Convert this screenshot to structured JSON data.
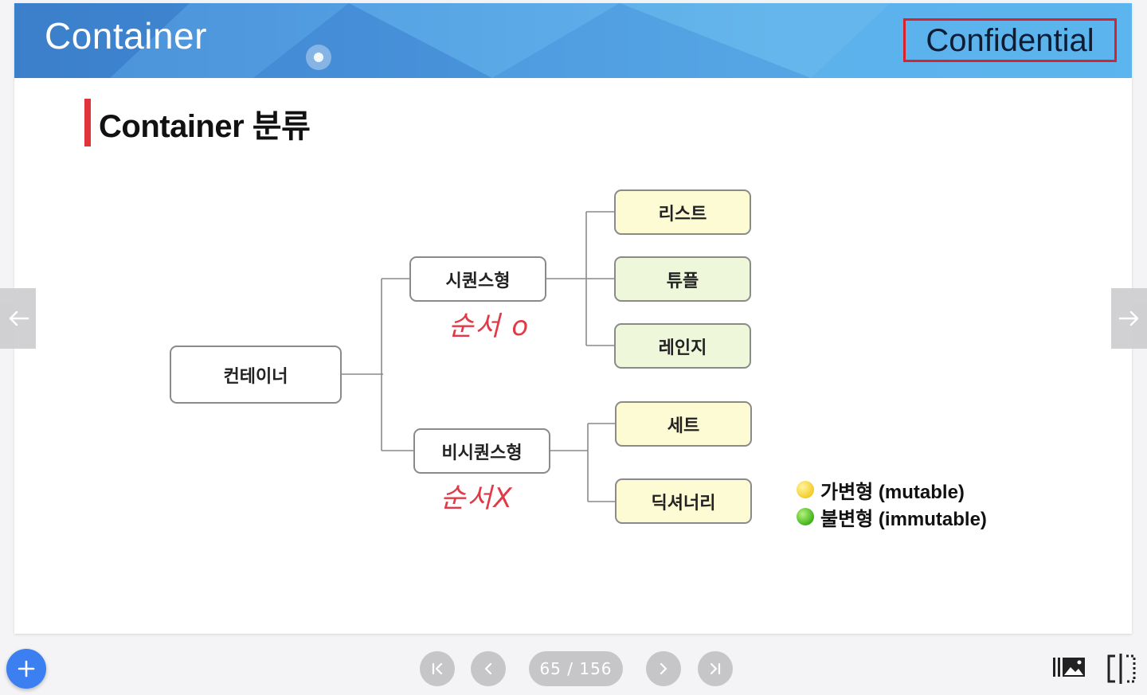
{
  "slide": {
    "banner_title": "Container",
    "confidential_label": "Confidential",
    "section_title": "Container 분류"
  },
  "diagram": {
    "root": "컨테이너",
    "sequence": "시퀀스형",
    "non_sequence": "비시퀀스형",
    "list": "리스트",
    "tuple": "튜플",
    "range": "레인지",
    "set": "세트",
    "dictionary": "딕셔너리",
    "note_ordered": "순서 o",
    "note_unordered": "순서X"
  },
  "legend": {
    "mutable": "가변형 (mutable)",
    "immutable": "불변형  (immutable)"
  },
  "toolbar": {
    "page_indicator": "65 / 156"
  },
  "colors": {
    "accent_red": "#e0363b",
    "node_yellow": "#fdfbd3",
    "node_green": "#eef7d9",
    "fab_blue": "#3b7ff0"
  },
  "icons": [
    "left-arrow-icon",
    "right-arrow-icon",
    "plus-icon",
    "first-page-icon",
    "prev-page-icon",
    "next-page-icon",
    "last-page-icon",
    "gallery-icon",
    "split-view-icon"
  ]
}
